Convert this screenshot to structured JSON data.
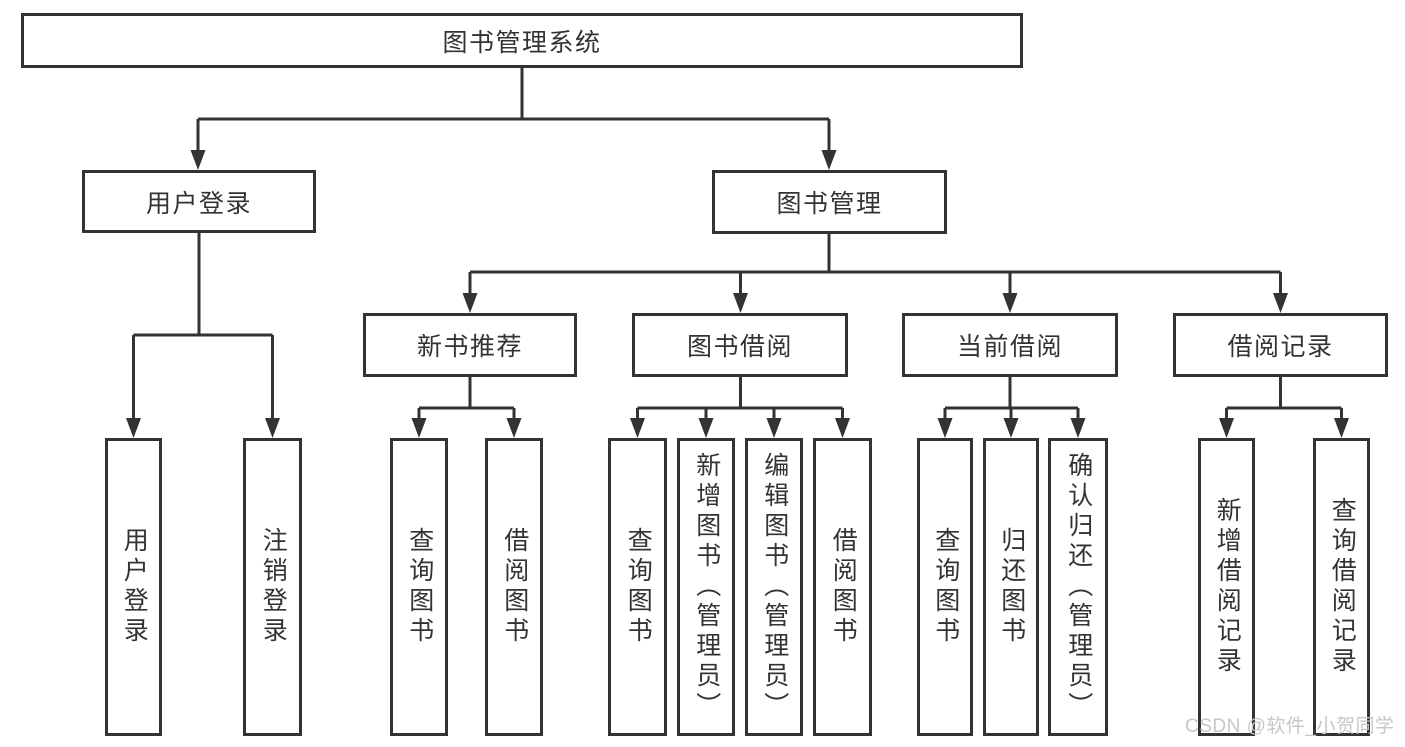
{
  "tree": {
    "root": "图书管理系统",
    "user": {
      "label": "用户登录",
      "leaves": [
        "用户登录",
        "注销登录"
      ]
    },
    "book": {
      "label": "图书管理",
      "groups": [
        {
          "label": "新书推荐",
          "leaves": [
            "查询图书",
            "借阅图书"
          ]
        },
        {
          "label": "图书借阅",
          "leaves": [
            "查询图书",
            "新增图书（管理员）",
            "编辑图书（管理员）",
            "借阅图书"
          ]
        },
        {
          "label": "当前借阅",
          "leaves": [
            "查询图书",
            "归还图书",
            "确认归还（管理员）"
          ]
        },
        {
          "label": "借阅记录",
          "leaves": [
            "新增借阅记录",
            "查询借阅记录"
          ]
        }
      ]
    }
  },
  "watermark": "CSDN @软件_小贺同学"
}
